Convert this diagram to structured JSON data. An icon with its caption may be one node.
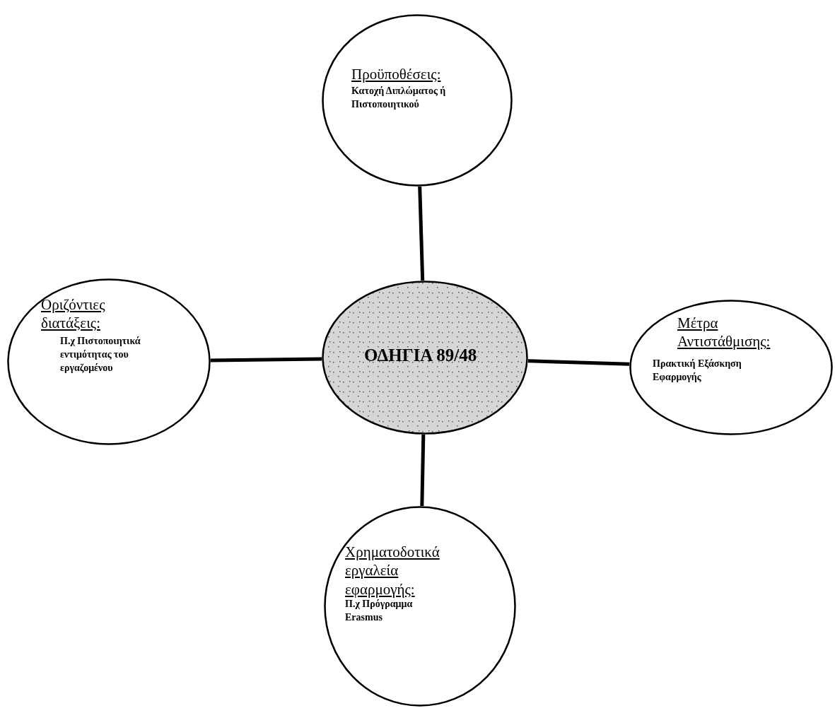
{
  "diagram": {
    "nodes": [
      {
        "text": [
          "ΟΔΗΓΙΑ 89/48"
        ]
      },
      {
        "text": [
          "Προϋποθέσεις:",
          "Κατοχή Διπλώματος ή Πιστοποιητικού"
        ]
      },
      {
        "text": [
          "Οριζόντιες διατάξεις:",
          "Π.χ Πιστοποιητικά εντιμότητας του εργαζομένου"
        ]
      },
      {
        "text": [
          "Μέτρα Αντιστάθμισης:",
          "Πρακτική Εξάσκηση Εφαρμογής"
        ]
      },
      {
        "text": [
          "Χρηματοδοτικά εργαλεία εφαρμογής:",
          "Π.χ Πρόγραμμα Erasmus"
        ]
      }
    ],
    "edges": [
      {
        "from": 0,
        "to": 1,
        "arrow": "none"
      },
      {
        "from": 0,
        "to": 2,
        "arrow": "none"
      },
      {
        "from": 0,
        "to": 3,
        "arrow": "none"
      },
      {
        "from": 0,
        "to": 4,
        "arrow": "none"
      }
    ]
  }
}
